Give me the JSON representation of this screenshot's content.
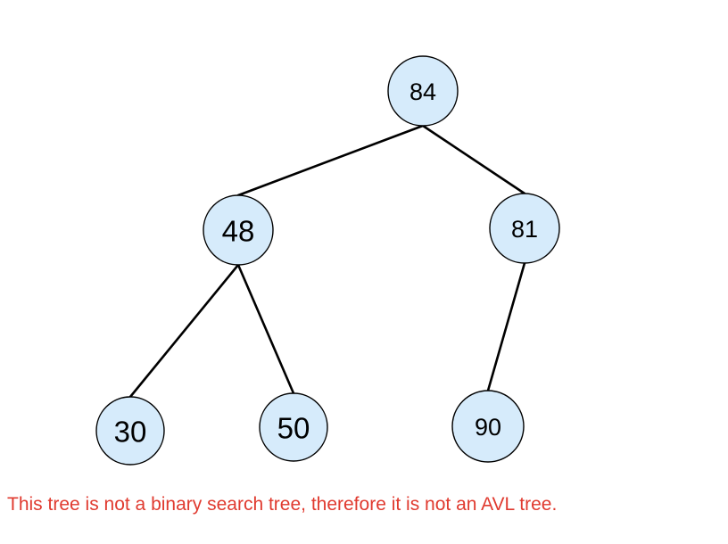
{
  "tree": {
    "nodes": [
      {
        "id": "n84",
        "label": "84"
      },
      {
        "id": "n48",
        "label": "48"
      },
      {
        "id": "n81",
        "label": "81"
      },
      {
        "id": "n30",
        "label": "30"
      },
      {
        "id": "n50",
        "label": "50"
      },
      {
        "id": "n90",
        "label": "90"
      }
    ],
    "edges": [
      {
        "from": "n84",
        "to": "n48"
      },
      {
        "from": "n84",
        "to": "n81"
      },
      {
        "from": "n48",
        "to": "n30"
      },
      {
        "from": "n48",
        "to": "n50"
      },
      {
        "from": "n81",
        "to": "n90"
      }
    ]
  },
  "caption": {
    "text": "This tree is not a binary search tree, therefore it is not an AVL tree.",
    "color": "#e03a2f"
  },
  "colors": {
    "node_fill": "#d6ebfb",
    "node_stroke": "#000000",
    "edge": "#000000"
  }
}
